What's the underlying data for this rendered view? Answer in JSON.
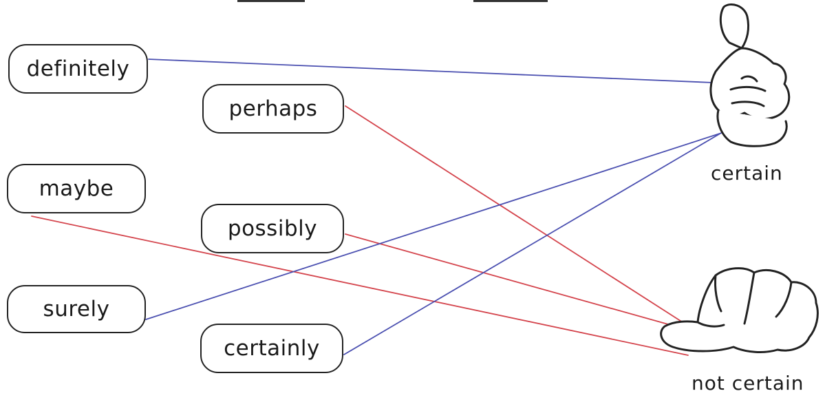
{
  "words": [
    {
      "id": "definitely",
      "label": "definitely",
      "answer": "certain"
    },
    {
      "id": "perhaps",
      "label": "perhaps",
      "answer": "not certain"
    },
    {
      "id": "maybe",
      "label": "maybe",
      "answer": "not certain"
    },
    {
      "id": "possibly",
      "label": "possibly",
      "answer": "not certain"
    },
    {
      "id": "surely",
      "label": "surely",
      "answer": "certain"
    },
    {
      "id": "certainly",
      "label": "certainly",
      "answer": "certain"
    }
  ],
  "targets": {
    "certain": {
      "label": "certain",
      "icon": "thumbs-up-icon"
    },
    "not_certain": {
      "label": "not certain",
      "icon": "thumbs-down-icon"
    }
  },
  "colors": {
    "certain_line": "#4a4fb0",
    "not_certain_line": "#d4444c",
    "outline": "#222222"
  }
}
